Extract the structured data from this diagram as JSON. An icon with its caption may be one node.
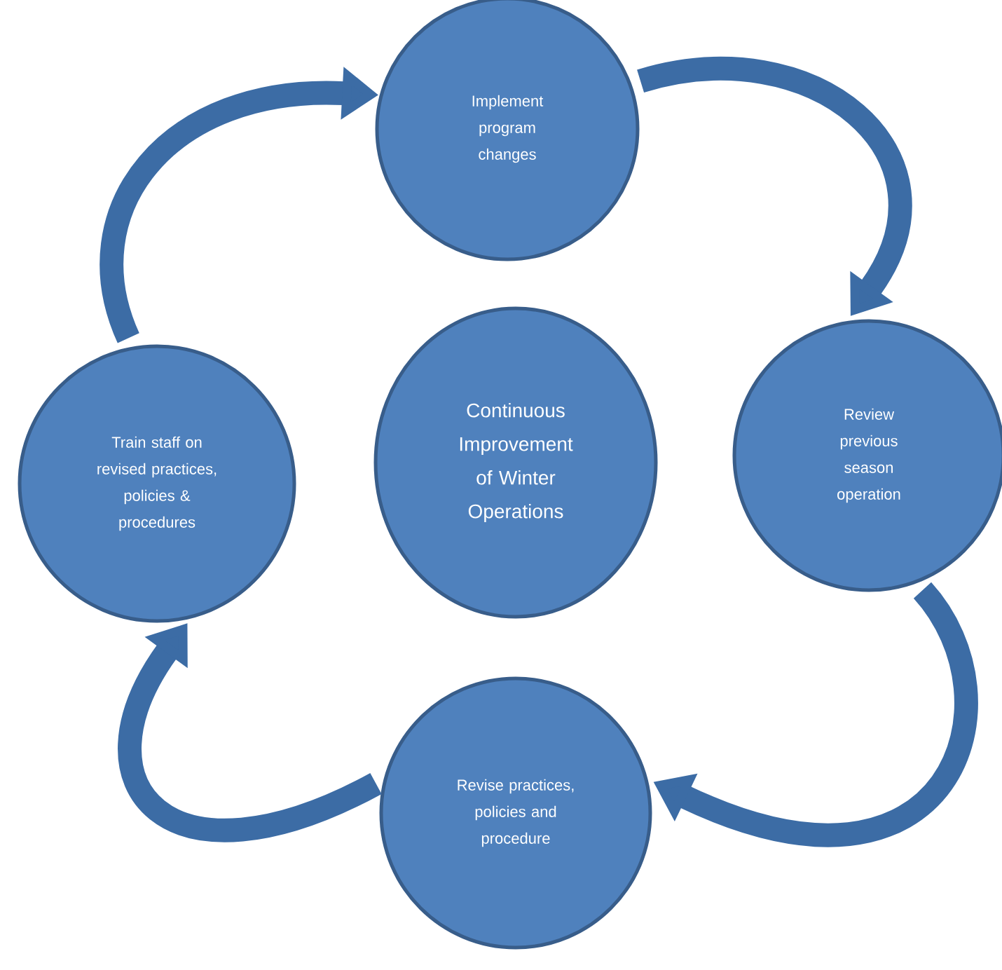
{
  "diagram": {
    "nodes": [
      {
        "text": [
          "Implement program changes"
        ]
      },
      {
        "text": [
          "Review previous season operation"
        ]
      },
      {
        "text": [
          "Revise practices, policies and procedure"
        ]
      },
      {
        "text": [
          "Train staff on revised practices, policies & procedures"
        ]
      },
      {
        "text": [
          "Continuous Improvement of Winter Operations"
        ]
      }
    ],
    "edges": [
      {
        "from": 0,
        "to": 1,
        "arrow": "to"
      },
      {
        "from": 1,
        "to": 2,
        "arrow": "to"
      },
      {
        "from": 2,
        "to": 3,
        "arrow": "to"
      },
      {
        "from": 3,
        "to": 0,
        "arrow": "to"
      }
    ]
  }
}
